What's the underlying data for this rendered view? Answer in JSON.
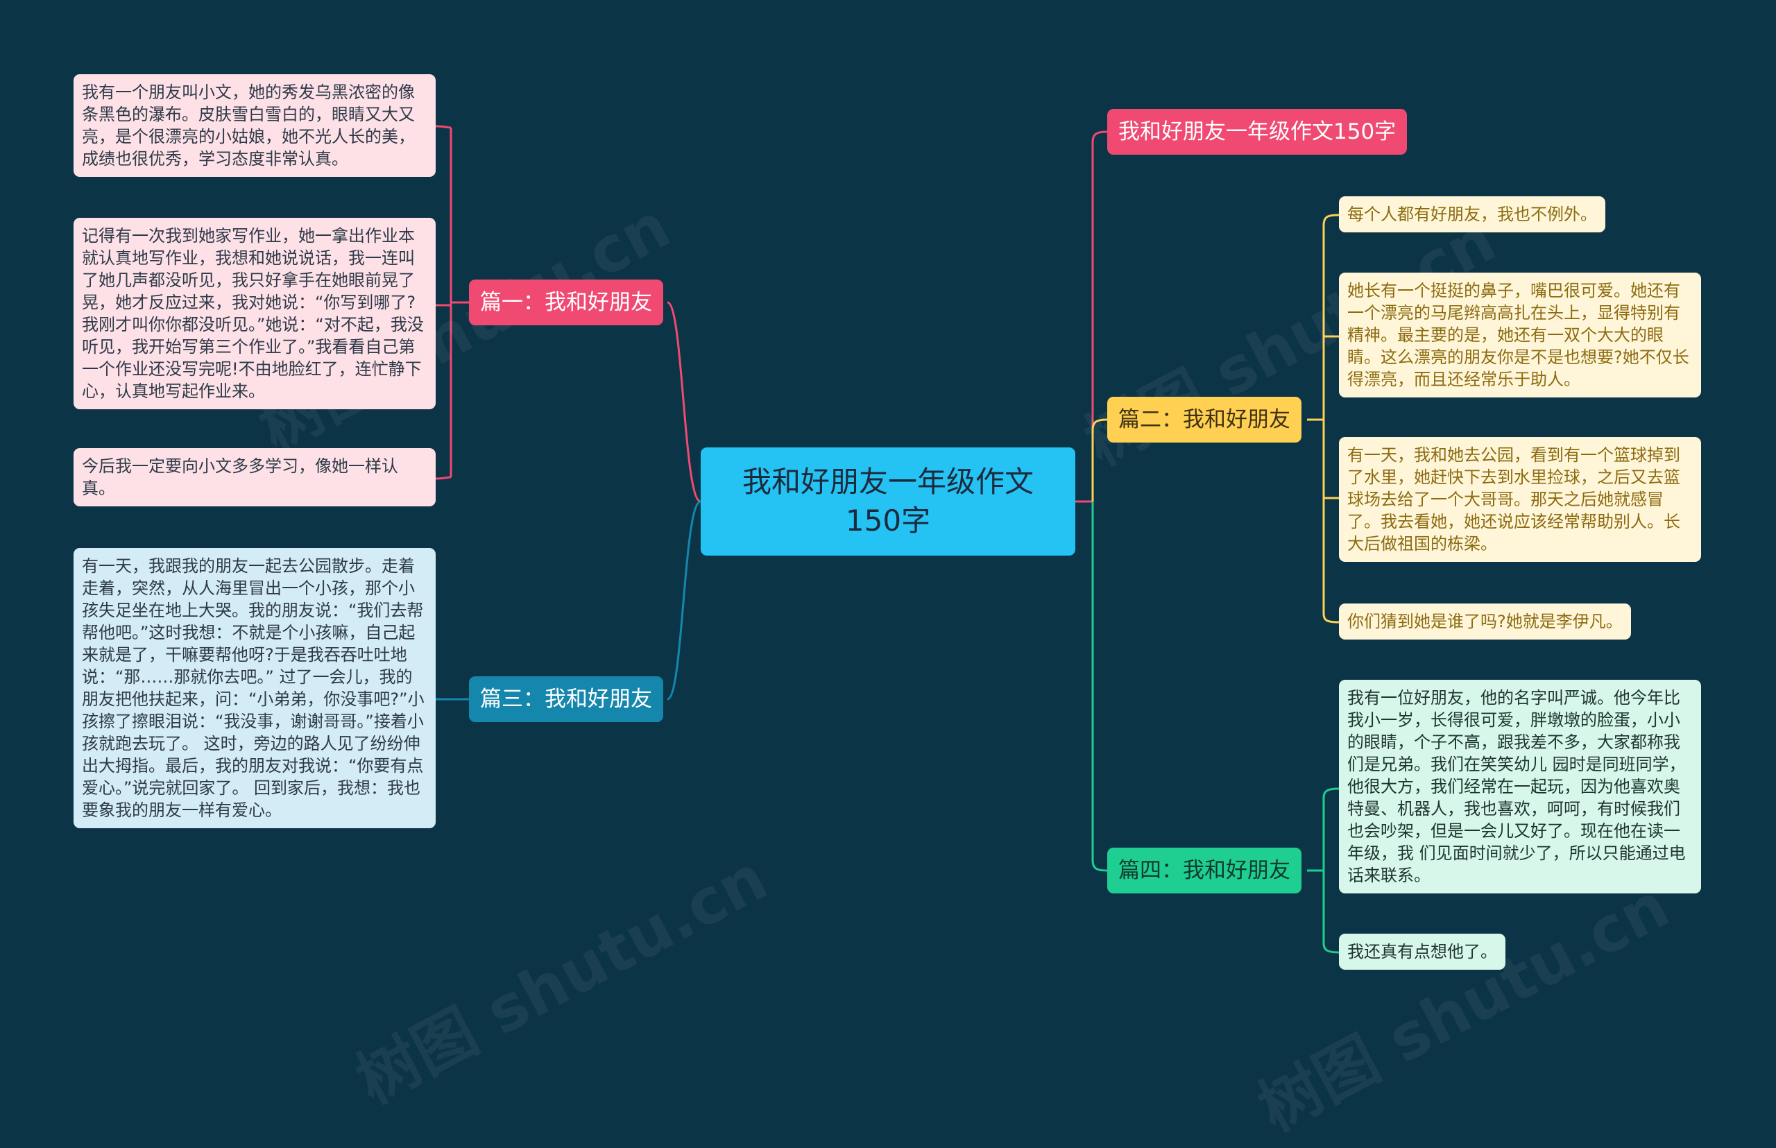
{
  "center": {
    "title": "我和好朋友一年级作文150字"
  },
  "branches": {
    "title_node": {
      "label": "我和好朋友一年级作文150字"
    },
    "pian1": {
      "label": "篇一：我和好朋友",
      "items": [
        "我有一个朋友叫小文，她的秀发乌黑浓密的像条黑色的瀑布。皮肤雪白雪白的，眼睛又大又亮，是个很漂亮的小姑娘，她不光人长的美，成绩也很优秀，学习态度非常认真。",
        "记得有一次我到她家写作业，她一拿出作业本就认真地写作业，我想和她说说话，我一连叫了她几声都没听见，我只好拿手在她眼前晃了晃，她才反应过来，我对她说：“你写到哪了?我刚才叫你你都没听见。”她说：“对不起，我没听见，我开始写第三个作业了。”我看看自己第一个作业还没写完呢!不由地脸红了，连忙静下心，认真地写起作业来。",
        "今后我一定要向小文多多学习，像她一样认真。"
      ]
    },
    "pian2": {
      "label": "篇二：我和好朋友",
      "items": [
        "每个人都有好朋友，我也不例外。",
        "她长有一个挺挺的鼻子，嘴巴很可爱。她还有一个漂亮的马尾辫高高扎在头上，显得特别有精神。最主要的是，她还有一双个大大的眼睛。这么漂亮的朋友你是不是也想要?她不仅长得漂亮，而且还经常乐于助人。",
        "有一天，我和她去公园，看到有一个篮球掉到了水里，她赶快下去到水里捡球，之后又去篮球场去给了一个大哥哥。那天之后她就感冒了。我去看她，她还说应该经常帮助别人。长大后做祖国的栋梁。",
        "你们猜到她是谁了吗?她就是李伊凡。"
      ]
    },
    "pian3": {
      "label": "篇三：我和好朋友",
      "items": [
        "有一天，我跟我的朋友一起去公园散步。走着走着，突然，从人海里冒出一个小孩，那个小孩失足坐在地上大哭。我的朋友说：“我们去帮帮他吧。”这时我想：不就是个小孩嘛，自己起来就是了，干嘛要帮他呀?于是我吞吞吐吐地说：“那……那就你去吧。” 过了一会儿，我的朋友把他扶起来，问：“小弟弟，你没事吧?”小孩擦了擦眼泪说：“我没事，谢谢哥哥。”接着小孩就跑去玩了。 这时，旁边的路人见了纷纷伸出大拇指。最后，我的朋友对我说：“你要有点爱心。”说完就回家了。 回到家后，我想：我也要象我的朋友一样有爱心。"
      ]
    },
    "pian4": {
      "label": "篇四：我和好朋友",
      "items": [
        "我有一位好朋友，他的名字叫严诚。他今年比我小一岁，长得很可爱，胖墩墩的脸蛋，小小的眼睛，个子不高，跟我差不多，大家都称我们是兄弟。我们在笑笑幼儿 园时是同班同学，他很大方，我们经常在一起玩，因为他喜欢奥特曼、机器人，我也喜欢，呵呵，有时候我们也会吵架，但是一会儿又好了。现在他在读一年级，我 们见面时间就少了，所以只能通过电话来联系。",
        "我还真有点想他了。"
      ]
    }
  },
  "colors": {
    "background": "#0c3447",
    "center": "#24c3f3",
    "pink": "#f04a72",
    "blue": "#1587ad",
    "yellow": "#ffd051",
    "green": "#1fce91"
  },
  "watermark": {
    "text": "树图 shutu.cn"
  }
}
